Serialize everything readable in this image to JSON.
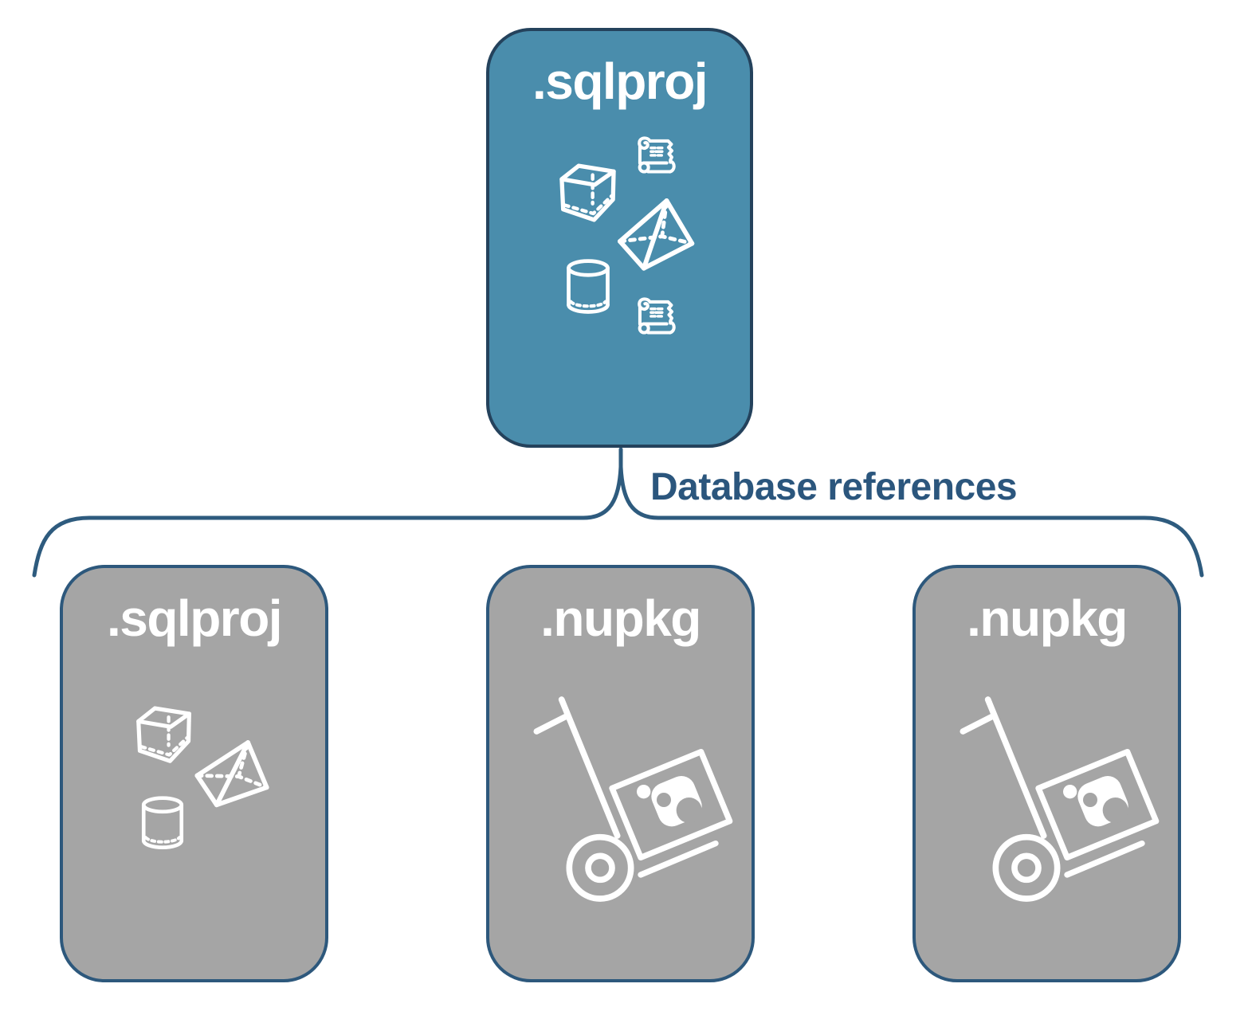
{
  "diagram": {
    "root": {
      "label": ".sqlproj",
      "icons": [
        "script-scroll",
        "cube",
        "pyramid",
        "cylinder",
        "script-scroll"
      ]
    },
    "connector": {
      "label": "Database references",
      "shape": "brace"
    },
    "children": [
      {
        "label": ".sqlproj",
        "icons": [
          "cube",
          "pyramid",
          "cylinder"
        ]
      },
      {
        "label": ".nupkg",
        "icons": [
          "package-dolly"
        ]
      },
      {
        "label": ".nupkg",
        "icons": [
          "package-dolly"
        ]
      }
    ],
    "colors": {
      "root_fill": "#4a8dac",
      "root_border": "#24425c",
      "child_fill": "#a5a5a5",
      "child_border": "#2d587c",
      "connector_line": "#2e5b7e",
      "connector_label_text": "#2b567d",
      "box_title_text": "#ffffff",
      "icon_stroke": "#ffffff",
      "background": "#ffffff"
    }
  }
}
